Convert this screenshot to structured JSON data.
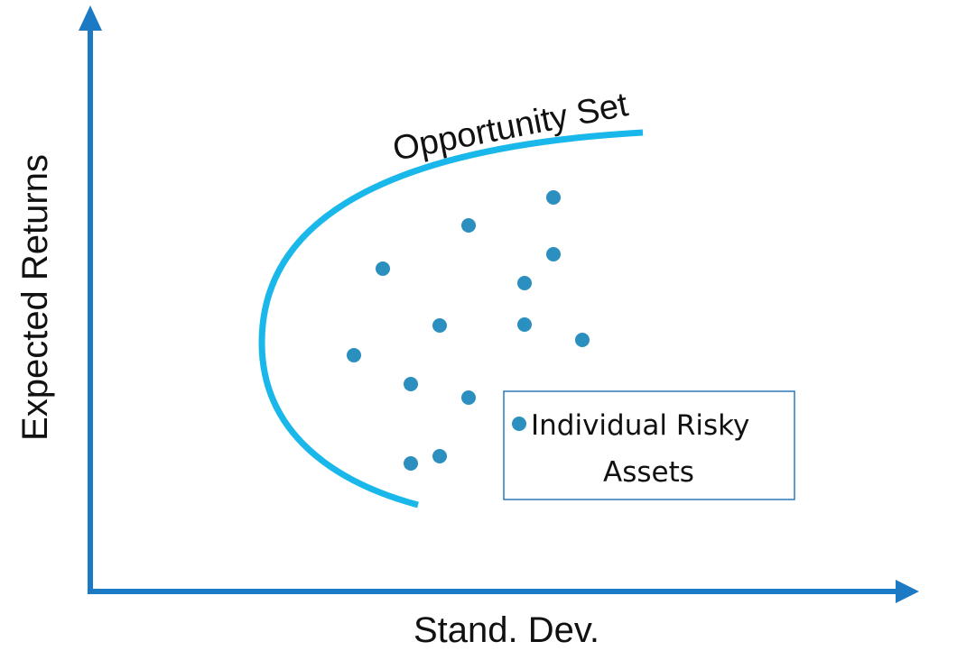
{
  "labels": {
    "y_axis": "Expected Returns",
    "x_axis": "Stand. Dev.",
    "curve": "Opportunity Set",
    "legend_line1": "Individual Risky",
    "legend_line2": "Assets"
  },
  "colors": {
    "axis": "#1c7ac4",
    "curve": "#1ab8ea",
    "dots": "#2b8fc0",
    "legend_border": "#2b79b8"
  }
}
